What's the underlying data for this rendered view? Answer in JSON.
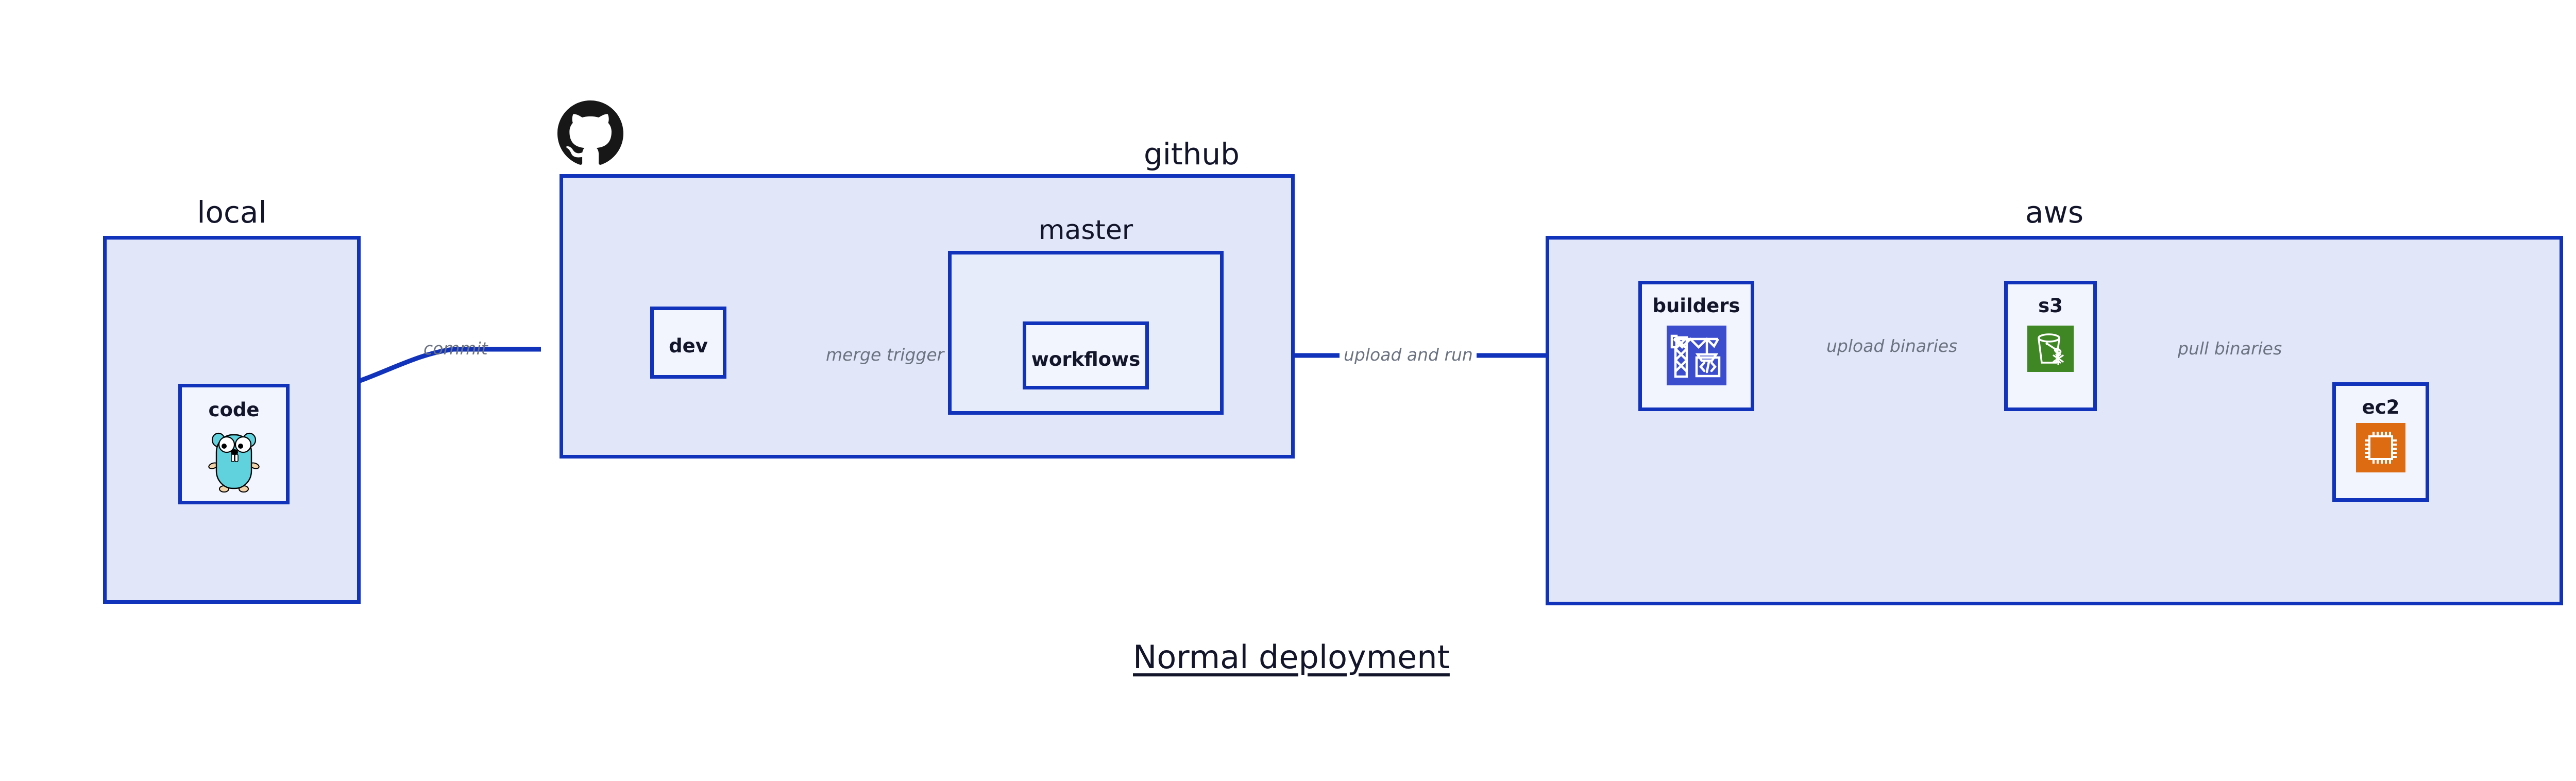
{
  "diagram": {
    "caption": "Normal deployment",
    "colors": {
      "edge": "#1133bb",
      "group_fill": "#e1e6f9",
      "group_border": "#1133bb",
      "node_fill": "#f2f5fd",
      "label_text": "#13152b",
      "edge_label_text": "#6b7280",
      "builders_tile": "#3b4ccd",
      "s3_tile": "#3f8624",
      "ec2_tile": "#dd6b12",
      "gopher_body": "#5fd2de",
      "github_mark": "#181717"
    }
  },
  "groups": [
    {
      "id": "local",
      "label": "local"
    },
    {
      "id": "github",
      "label": "github"
    },
    {
      "id": "aws",
      "label": "aws"
    }
  ],
  "subgroups": [
    {
      "id": "master",
      "label": "master",
      "parent": "github"
    }
  ],
  "nodes": [
    {
      "id": "code",
      "label": "code",
      "parent": "local",
      "icon": "go-gopher-icon"
    },
    {
      "id": "dev",
      "label": "dev",
      "parent": "github",
      "icon": "none"
    },
    {
      "id": "workflows",
      "label": "workflows",
      "parent": "master",
      "icon": "none"
    },
    {
      "id": "builders",
      "label": "builders",
      "parent": "aws",
      "icon": "aws-builders-crane-icon"
    },
    {
      "id": "s3",
      "label": "s3",
      "parent": "aws",
      "icon": "aws-s3-bucket-icon"
    },
    {
      "id": "ec2",
      "label": "ec2",
      "parent": "aws",
      "icon": "aws-ec2-chip-icon"
    }
  ],
  "edges": [
    {
      "id": "commit",
      "label": "commit",
      "from": "code",
      "to": "dev"
    },
    {
      "id": "merge-trigger",
      "label": "merge trigger",
      "from": "dev",
      "to": "workflows"
    },
    {
      "id": "upload-and-run",
      "label": "upload and run",
      "from": "workflows",
      "to": "builders"
    },
    {
      "id": "upload-binaries",
      "label": "upload binaries",
      "from": "builders",
      "to": "s3"
    },
    {
      "id": "pull-binaries",
      "label": "pull binaries",
      "from": "s3",
      "to": "ec2"
    }
  ],
  "logos": [
    {
      "id": "github-logo",
      "name": "github-octocat-icon",
      "attached_to": "github"
    }
  ]
}
